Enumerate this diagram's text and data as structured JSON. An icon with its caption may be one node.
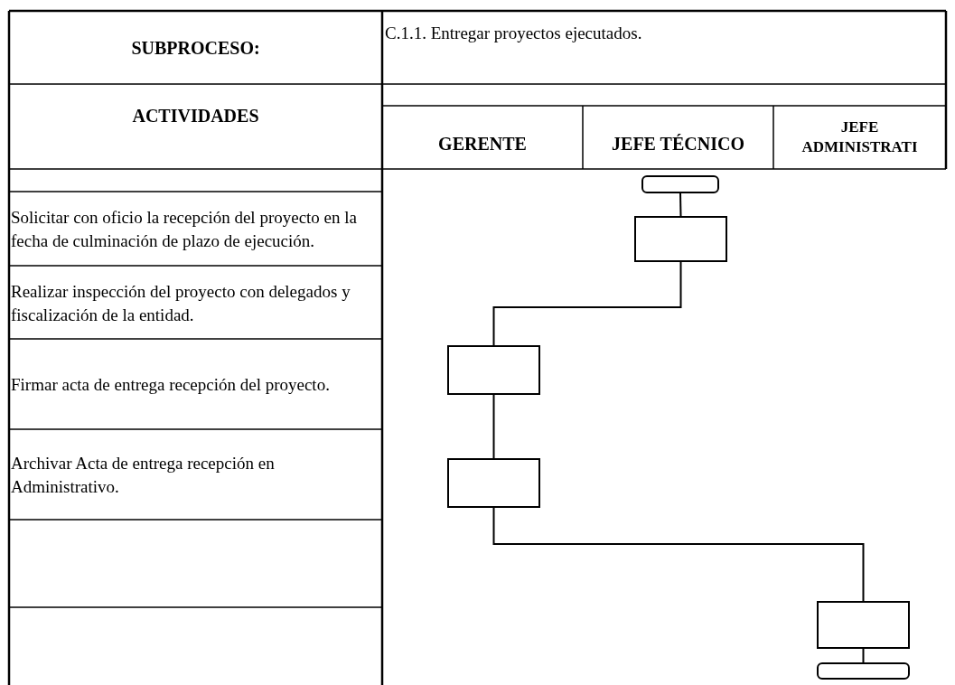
{
  "diagram": {
    "nodes": [
      {
        "text": [],
        "shape": "pill"
      },
      {
        "text": [],
        "shape": "box"
      },
      {
        "text": [],
        "shape": "box"
      },
      {
        "text": [],
        "shape": "box"
      },
      {
        "text": [],
        "shape": "box"
      },
      {
        "text": [],
        "shape": "pill"
      }
    ],
    "edges": [
      {
        "from": 0,
        "to": 1,
        "arrow": "none"
      },
      {
        "from": 1,
        "to": 2,
        "arrow": "none"
      },
      {
        "from": 2,
        "to": 3,
        "arrow": "none"
      },
      {
        "from": 3,
        "to": 4,
        "arrow": "none"
      },
      {
        "from": 4,
        "to": 5,
        "arrow": "none"
      }
    ],
    "labels": [
      "SUBPROCESO:",
      "C.1.1. Entregar proyectos ejecutados.",
      "ACTIVIDADES",
      "GERENTE",
      "JEFE TÉCNICO",
      "JEFE ADMINISTRATI",
      "Solicitar con oficio la recepción del proyecto en la fecha de culminación de plazo de ejecución.",
      "Realizar inspección del proyecto con delegados y fiscalización de la entidad.",
      "Firmar acta de entrega recepción del proyecto.",
      "Archivar Acta de entrega recepción en Administrativo."
    ]
  }
}
